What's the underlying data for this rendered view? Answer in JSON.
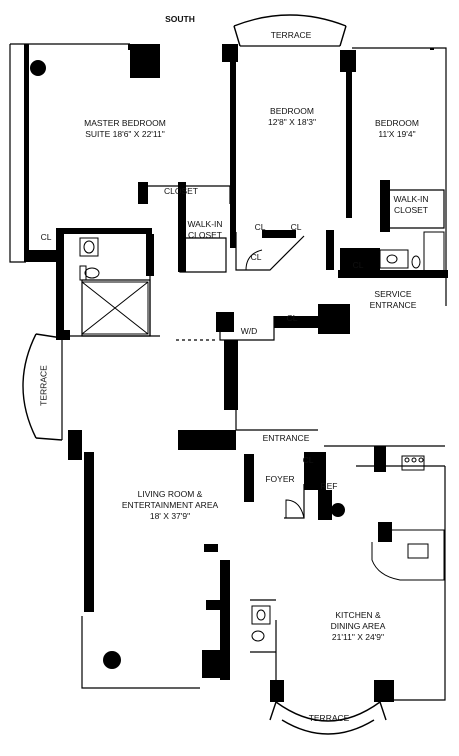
{
  "orientation": "SOUTH",
  "rooms": {
    "master_bedroom": {
      "name": "MASTER BEDROOM",
      "line2": "SUITE  18'6\" X 22'11\""
    },
    "bedroom_2": {
      "name": "BEDROOM",
      "dims": "12'8\" X 18'3\""
    },
    "bedroom_3": {
      "name": "BEDROOM",
      "dims": "11'X 19'4\""
    },
    "living_room": {
      "name": "LIVING ROOM &",
      "name2": "ENTERTAINMENT AREA",
      "dims": "18' X 37'9\""
    },
    "kitchen": {
      "name": "KITCHEN &",
      "name2": "DINING AREA",
      "dims": "21'11\" X 24'9\""
    }
  },
  "labels": {
    "terrace_top": "TERRACE",
    "terrace_left": "TERRACE",
    "terrace_bottom": "TERRACE",
    "closet": "CLOSET",
    "walk_in_closet_1a": "WALK-IN",
    "walk_in_closet_1b": "CLOSET",
    "walk_in_closet_2a": "WALK-IN",
    "walk_in_closet_2b": "CLOSET",
    "cl_master": "CL",
    "cl_hall_1": "CL",
    "cl_hall_2": "CL",
    "cl_hall_3": "CL",
    "cl_service": "CL",
    "cl_wd": "CL",
    "cl_foyer": "CL",
    "wd": "W/D",
    "service_entrance_1": "SERVICE",
    "service_entrance_2": "ENTRANCE",
    "entrance": "ENTRANCE",
    "foyer": "FOYER",
    "ref": "REF"
  }
}
